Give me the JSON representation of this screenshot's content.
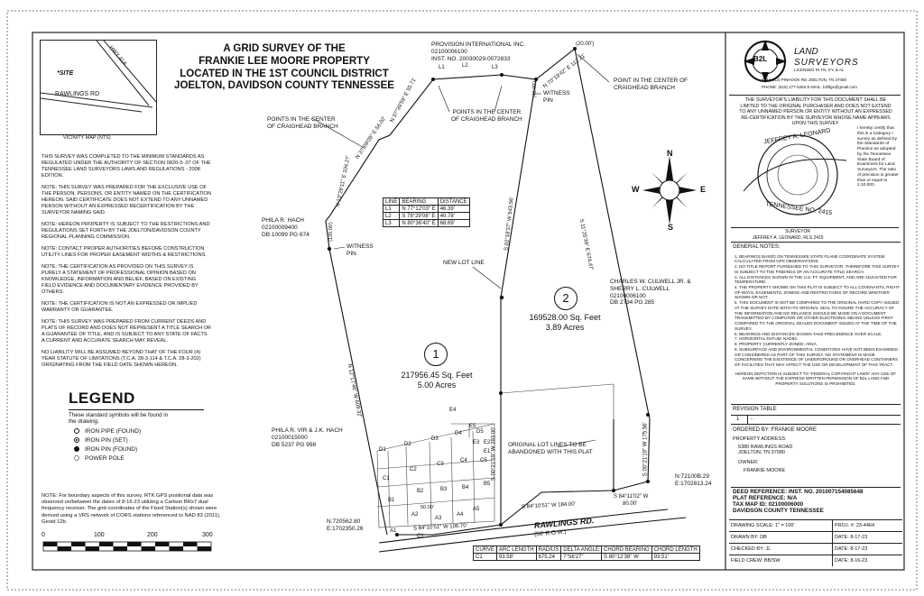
{
  "title": {
    "line1": "A GRID SURVEY OF THE",
    "line2": "FRANKIE LEE MOORE PROPERTY",
    "line3": "LOCATED IN THE 1ST COUNCIL DISTRICT",
    "line4": "JOELTON, DAVIDSON COUNTY TENNESSEE"
  },
  "vicinity_map": {
    "label": "VICINITY MAP (NTS)",
    "site": "*SITE",
    "road1": "HWY 41A",
    "road2": "RAWLINGS RD"
  },
  "survey_notes": [
    "THIS SURVEY WAS COMPLETED TO THE MINIMUM STANDARDS AS REGULATED UNDER THE AUTHORITY OF SECTION 0820-3-.07 OF THE TENNESSEE LAND SURVEYORS LAWS AND REGULATIONS - 2008 EDITION.",
    "NOTE: THIS SURVEY WAS PREPARED FOR THE EXCLUSIVE USE OF THE PERSON, PERSONS, OR ENTITY NAMED ON THE CERTIFICATION HEREON. SAID CERTIFICATE DOES NOT EXTEND TO ANY UNNAMED PERSON WITHOUT AN EXPRESSED RECERTIFICATION BY THE SURVEYOR NAMING SAID.",
    "NOTE: HEREON PROPERTY IS SUBJECT TO THE RESTRICTIONS AND REGULATIONS SET FORTH BY THE JOELTON/DAVIDSON COUNTY REGIONAL PLANNING COMMISSION.",
    "NOTE: CONTACT PROPER AUTHORITIES BEFORE CONSTRUCTION UTILITY LINES FOR PROPER EASEMENT WIDTHS & RESTRICTIONS.",
    "NOTE: THE CERTIFICATION AS PROVIDED ON THIS SURVEY IS PURELY A STATEMENT OF PROFESSIONAL OPINION BASED ON KNOWLEDGE, INFORMATION AND BELIEF, BASED ON EXISTING FIELD EVIDENCE AND DOCUMENTARY EVIDENCE PROVIDED BY OTHERS.",
    "NOTE: THE CERTIFICATION IS NOT AN EXPRESSED OR IMPLIED WARRANTY OR GUARANTEE.",
    "NOTE: THIS SURVEY WAS PREPARED FROM CURRENT DEEDS AND PLATS OF RECORD AND DOES NOT REPRESENT A TITLE SEARCH OR A GUARANTEE OF TITLE, AND IS SUBJECT TO ANY STATE OF FACTS A CURRENT AND ACCURATE SEARCH MAY REVEAL.",
    "NO LIABILITY WILL BE ASSUMED BEYOND THAT OF THE FOUR (4) YEAR STATUTE OF LIMITATIONS (T.C.A. 28-3-114 & T.C.A. 28-3-202) ORIGINATING FROM THE FIELD DATE SHOWN HEREON."
  ],
  "legend": {
    "title": "LEGEND",
    "intro": "These standard symbols will be found in the drawing.",
    "items": [
      "IRON PIPE (FOUND)",
      "IRON PIN (SET)",
      "IRON PIN (FOUND)",
      "POWER POLE"
    ],
    "note": "NOTE: For boundary aspects of this survey, RTK GPS positional data was observed on/between the dates of 8-16-23 utilizing a Carlson BRx7 dual frequency receiver. The grid coordinates of the Fixed Station(s) shown were derived using a VRS network of CORS stations referenced to NAD 83 (2011), Geoid 12b."
  },
  "scale_bar": {
    "ticks": [
      "0",
      "100",
      "200",
      "300"
    ]
  },
  "line_table": {
    "headers": [
      "LINE",
      "BEARING",
      "DISTANCE"
    ],
    "rows": [
      [
        "L1",
        "N 77°12'03\" E",
        "46.39'"
      ],
      [
        "L2",
        "S 78°29'08\" E",
        "40.78'"
      ],
      [
        "L3",
        "N 80°36'40\" E",
        "68.69'"
      ]
    ]
  },
  "curve_table": {
    "headers": [
      "CURVE",
      "ARC LENGTH",
      "RADIUS",
      "DELTA ANGLE",
      "CHORD BEARING",
      "CHORD LENGTH"
    ],
    "rows": [
      [
        "C1",
        "93.58'",
        "675.24",
        "7°56'27\"",
        "S 80°12'38\" W",
        "93.51'"
      ]
    ]
  },
  "plat_labels": {
    "provision": [
      "PROVISION INTERNATIONAL INC.",
      "02100006100",
      "INST. NO. 20030029-0072833"
    ],
    "hach1": [
      "PHILA R. HACH",
      "02100009400",
      "DB 10099 PG 674"
    ],
    "hach2": [
      "PHILA R. VIR & J.K. HACH",
      "02100015000",
      "DB 5237 PG 998"
    ],
    "culwell": [
      "CHARLES W. CULWELL JR. &",
      "SHERRY L. CULWELL",
      "02100006100",
      "DB 2734 PG 285"
    ],
    "points_center_top": [
      "POINTS IN THE CENTER",
      "OF CRAIGHEAD BRANCH"
    ],
    "points_center_left": [
      "POINTS IN THE CENTER",
      "OF CRAIGHEAD BRANCH"
    ],
    "point_center_right": [
      "POINT IN THE CENTER OF",
      "CRAIGHEAD BRANCH"
    ],
    "witness_pin": [
      "WITNESS",
      "PIN"
    ],
    "witness_pin2": [
      "WITNESS",
      "PIN"
    ],
    "new_lot_line": "NEW LOT LINE",
    "original_lines": [
      "ORIGINAL LOT LINES TO BE",
      "ABANDONED WITH THIS PLAT"
    ],
    "lot1": {
      "num": "1",
      "sqft": "217956.45  Sq. Feet",
      "acres": "5.00  Acres"
    },
    "lot2": {
      "num": "2",
      "sqft": "169528.00  Sq. Feet",
      "acres": "3.89  Acres"
    },
    "road": "RAWLINGS RD.",
    "row": "(50' R.O.W.)",
    "coord_left": [
      "N:720562.80",
      "E:1702350.26"
    ],
    "coord_right": [
      "N:72100B.29",
      "E:1702813.24"
    ],
    "bearing_road_left": "S 84°10'51\" W  106.70'",
    "bearing_road_mid": "S 84°10'51\" W  184.00'",
    "bearing_short": "S 84°11'02\" W",
    "bearing_short_dist": "80.00'",
    "bearing_right_long": "S 11°25'39\" E  674.47'",
    "bearing_center": "S 02°18'37\" W  543.56'",
    "bearing_center_low": "S 00°21'19\" W  283.00'",
    "bearing_right_low": "S 00°21'19\" W  175.56'",
    "bearing_left_long": "N 12°17'46\" W 609.32'",
    "bearing_top_right": "N 70°19'42\" E  112.21'",
    "top_dim": "(20.00')",
    "dim_40": "(40.00')",
    "dim_120": "(120.00')",
    "bearing_left1": "N 13°26'11\" E  104.27'",
    "bearing_left2": "N 37°09'09\" E  56.02'",
    "bearing_left3": "N 37°39'59\" E  55.71'",
    "lots": [
      "A1",
      "A2",
      "A3",
      "A4",
      "A5",
      "B1",
      "B2",
      "B3",
      "B4",
      "B5",
      "C1",
      "C2",
      "C3",
      "C4",
      "C5",
      "D1",
      "D2",
      "D3",
      "D4",
      "D5",
      "E1",
      "E2",
      "E3",
      "E4",
      "E5"
    ],
    "dim_50": "50.00'",
    "l1": "L1",
    "l2": "L2",
    "l3": "L3",
    "c1": "C1"
  },
  "company": {
    "logo": "B2L",
    "name1": "LAND",
    "name2": "SURVEYORS",
    "addr1": "LICENSED IN TN, KY, & AL",
    "addr2": "7144 OLD PINHOOK RD  JOELTON, TN 37080",
    "addr3": "PHONE: (615) 277-5263  E-MAIL: b2lllgs@gmail.com"
  },
  "liability_note": "THE SURVEYOR'S LIABILITY FOR THIS DOCUMENT SHALL BE LIMITED TO THE ORIGINAL PURCHASER AND DOES NOT EXTEND TO ANY UNNAMED PERSON OR ENTITY WITHOUT AN EXPRESSED RE-CERTIFICATION BY THE SURVEYOR WHOSE NAME APPEARS UPON THIS SURVEY.",
  "seal": {
    "text": "JEFFREY A. LEONARD",
    "state": "TENNESSEE NO. 2415",
    "cert": "I hereby certify that this is a Category I survey as defined by the Standards of Practice as adopted by the Tennessee State Board of Examiners for Land Surveyors. The ratio of precision is greater than or equal to 1:10,000.",
    "surveyor_label": "SURVEYOR",
    "surveyor": "JEFFREY A. LEONARD, RLS 2415"
  },
  "compass": {
    "n": "N",
    "s": "S",
    "e": "E",
    "w": "W"
  },
  "general_notes": {
    "title": "GENERAL NOTES:",
    "items": [
      "1. BEARINGS BASED ON TENNESSEE STATE PLANE COORDINATE SYSTEM CALCULATED FROM GPS OBSERVATIONS.",
      "2. NO TITLE REPORT FURNISHED TO THIS SURVEYOR. THEREFORE THIS SURVEY IS SUBJECT TO THE FINDINGS OF AN ACCURATE TITLE SEARCH.",
      "3. ALL DISTANCES SHOWN IN THE U.S. FT. EQUIPMENT, AND ARE ADJUSTED FOR TEMPERATURE.",
      "4. THE PROPERTY SHOWN ON THIS PLAT IS SUBJECT TO ALL COVENANTS, RIGHT-OF-WAYS, EASEMENTS, ZONING AND RESTRICTIONS OF RECORD WHETHER SHOWN OR NOT.",
      "5. THIS DOCUMENT IS NOT BE COMPARED TO THE ORIGINAL HARD COPY ISSUED AT THE SURVEY DATE WITH ITS ORIGINAL SEAL TO INSURE THE ACCURACY OF THE INFORMATION AND NO RELIANCE SHOULD BE MADE ON A DOCUMENT TRANSMITTED BY COMPUTER OR OTHER ELECTRONIC MEANS UNLESS FIRST COMPARED TO THE ORIGINAL SEALED DOCUMENT ISSUED AT THE TIME OF THE SURVEY.",
      "6. BEARINGS AND DISTANCES SHOWN TAKE PRECEDENCE OVER SCALE.",
      "7. HORIZONTAL DATUM: NAD83.",
      "8. PROPERTY CURRENTLY ZONED: AR2A",
      "9. SUBSURFACE AND ENVIRONMENTAL CONDITIONS HAVE NOT BEEN EXAMINED OR CONSIDERED AS PART OF THIS SURVEY. NO STATEMENT IS MADE CONCERNING THE EXISTENCE OF UNDERGROUND OR OVERHEAD CONTAINERS OF FACILITIES THAT MAY AFFECT THE USE OR DEVELOPMENT OF THIS TRACT."
    ],
    "copyright": "HEREON DEPICTION IS SUBJECT TO \"FEDERAL COPYRIGHT LAWS\" ANY USE OF SAME WITHOUT THE EXPRESS WRITTEN PERMISSION OF B2L LAND AND PROPERTY SOLUTIONS IS PROHIBITED."
  },
  "revision": {
    "title": "REVISION TABLE",
    "row1": "1",
    "row2": "-"
  },
  "order": {
    "ordered_by": "ORDERED BY: FRANKIE MOORE",
    "address_label": "PROPERTY ADDRESS:",
    "address1": "5380 RAWLINGS ROAD",
    "address2": "JOELTON, TN 37080",
    "owner_label": "OWNER:",
    "owner": "FRANKIE MOORE"
  },
  "deed": {
    "line1": "DEED REFERENCE: INST. NO. 201007154085648",
    "line2": "PLAT REFERENCE: N/A",
    "line3": "TAX MAP ID: 02100006000",
    "line4": "DAVIDSON COUNTY TENNESSEE"
  },
  "drawing_info": [
    [
      "DRAWING SCALE: 1\" = 100'",
      "PROJ. #:  23-4464"
    ],
    [
      "DRAWN BY:    DB",
      "DATE:    8-17-23"
    ],
    [
      "CHECKED BY:   JL",
      "DATE:    8-17-23"
    ],
    [
      "FIELD CREW:   BB/SW",
      "DATE:    8-16-23"
    ]
  ]
}
